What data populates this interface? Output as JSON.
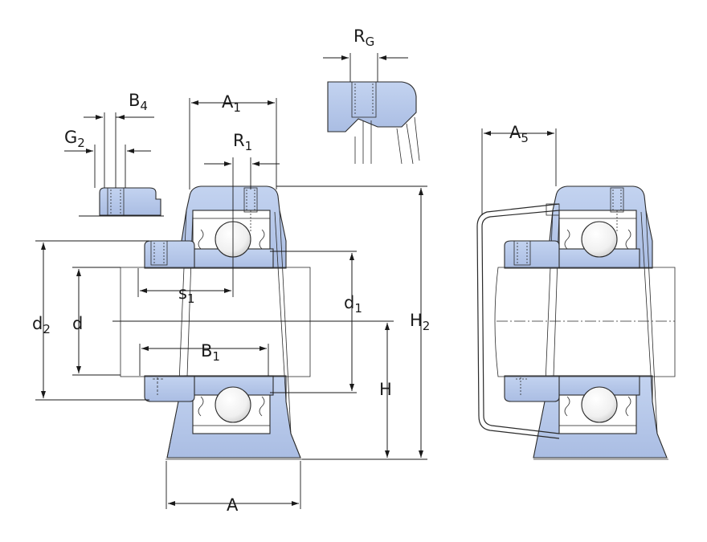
{
  "diagram": {
    "colors": {
      "housing_fill": "#b7c9ea",
      "shaft_light": "#f2f2f2",
      "shaft_dark": "#c6c6c6",
      "line": "#1a1a1a"
    },
    "labels": {
      "RG": {
        "main": "R",
        "sub": "G"
      },
      "A1": {
        "main": "A",
        "sub": "1"
      },
      "B4": {
        "main": "B",
        "sub": "4"
      },
      "G2": {
        "main": "G",
        "sub": "2"
      },
      "R1": {
        "main": "R",
        "sub": "1"
      },
      "A5": {
        "main": "A",
        "sub": "5"
      },
      "s1": {
        "main": "s",
        "sub": "1"
      },
      "d1": {
        "main": "d",
        "sub": "1"
      },
      "d2": {
        "main": "d",
        "sub": "2"
      },
      "d": {
        "main": "d",
        "sub": ""
      },
      "H2": {
        "main": "H",
        "sub": "2"
      },
      "B1": {
        "main": "B",
        "sub": "1"
      },
      "H": {
        "main": "H",
        "sub": ""
      },
      "A": {
        "main": "A",
        "sub": ""
      }
    }
  }
}
